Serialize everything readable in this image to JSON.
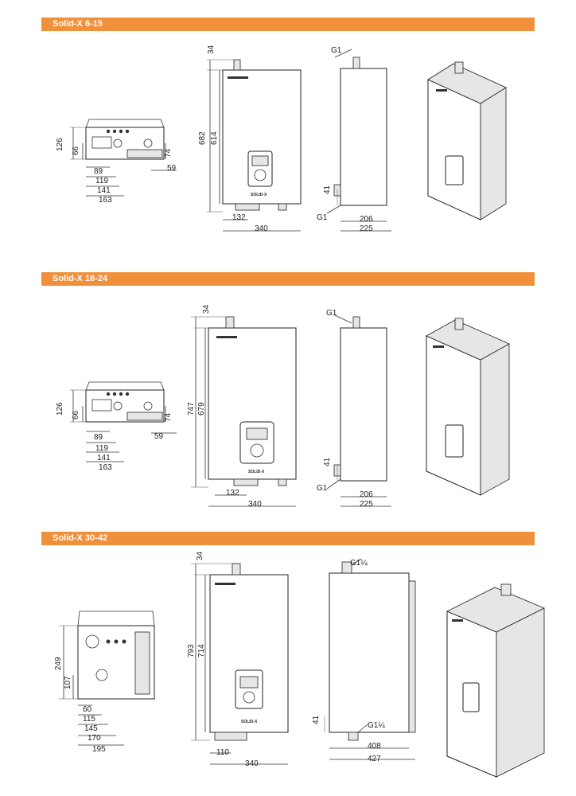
{
  "sections": [
    {
      "title": "Solid-X 6-15",
      "bottom_view": {
        "dims_v": [
          "126",
          "66",
          "74"
        ],
        "dims_h": [
          "89",
          "119",
          "141",
          "163",
          "59"
        ]
      },
      "front_view": {
        "dims_v": [
          "34",
          "682",
          "614"
        ],
        "dims_h": [
          "132",
          "340"
        ],
        "brand": "SOLID-X"
      },
      "side_view": {
        "pipe_top": "G1",
        "pipe_bottom": "G1",
        "dims_v": [
          "41"
        ],
        "dims_h": [
          "206",
          "225"
        ]
      }
    },
    {
      "title": "Solid-X 18-24",
      "bottom_view": {
        "dims_v": [
          "126",
          "66",
          "74"
        ],
        "dims_h": [
          "89",
          "119",
          "141",
          "163",
          "59"
        ]
      },
      "front_view": {
        "dims_v": [
          "34",
          "747",
          "679"
        ],
        "dims_h": [
          "132",
          "340"
        ],
        "brand": "SOLID-X"
      },
      "side_view": {
        "pipe_top": "G1",
        "pipe_bottom": "G1",
        "dims_v": [
          "41"
        ],
        "dims_h": [
          "206",
          "225"
        ]
      }
    },
    {
      "title": "Solid-X 30-42",
      "bottom_view": {
        "dims_v": [
          "249",
          "107"
        ],
        "dims_h": [
          "60",
          "115",
          "145",
          "170",
          "195"
        ]
      },
      "front_view": {
        "dims_v": [
          "34",
          "793",
          "714"
        ],
        "dims_h": [
          "110",
          "340"
        ],
        "brand": "SOLID-X"
      },
      "side_view": {
        "pipe_top": "G1¼",
        "pipe_bottom": "G1¼",
        "dims_v": [
          "41"
        ],
        "dims_h": [
          "408",
          "427"
        ]
      }
    }
  ]
}
